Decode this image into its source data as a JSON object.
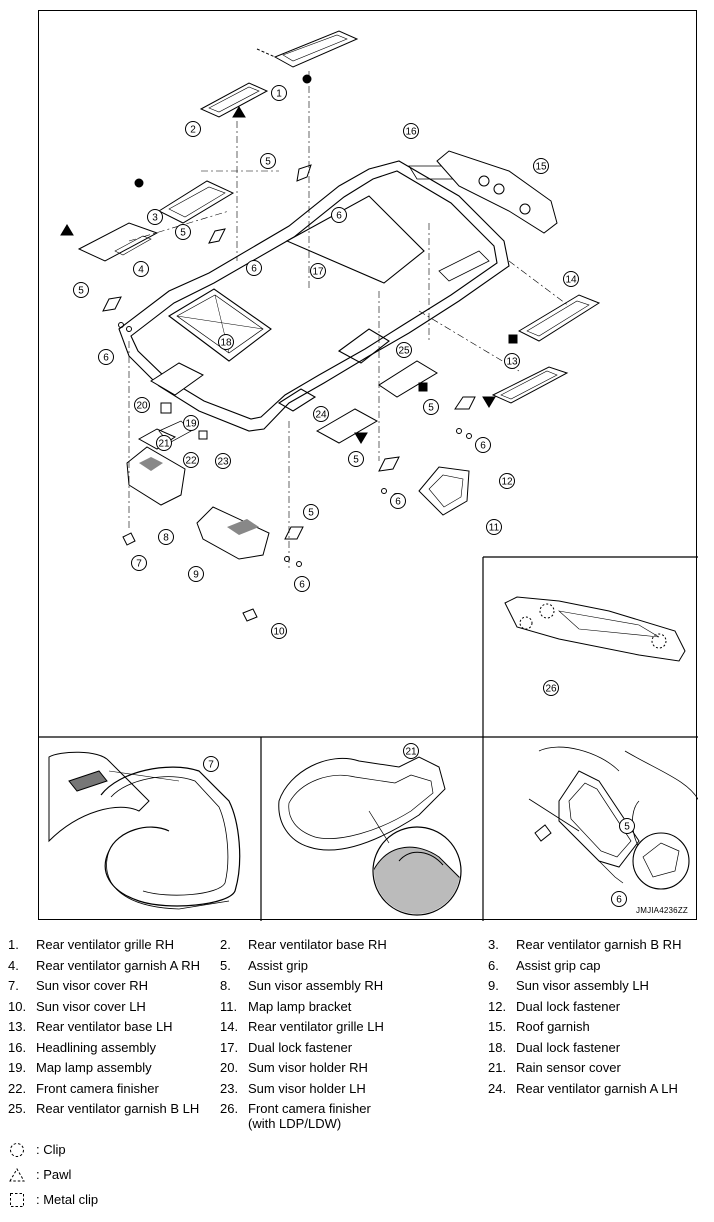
{
  "figure": {
    "code": "JMJIA4236ZZ",
    "callouts": [
      "1",
      "2",
      "3",
      "4",
      "5",
      "6",
      "7",
      "8",
      "9",
      "10",
      "11",
      "12",
      "13",
      "14",
      "15",
      "16",
      "17",
      "18",
      "19",
      "20",
      "21",
      "22",
      "23",
      "24",
      "25",
      "26"
    ]
  },
  "parts": [
    {
      "num": "1.",
      "name": "Rear ventilator grille RH"
    },
    {
      "num": "2.",
      "name": "Rear ventilator base RH"
    },
    {
      "num": "3.",
      "name": "Rear ventilator garnish B RH"
    },
    {
      "num": "4.",
      "name": "Rear ventilator garnish A RH"
    },
    {
      "num": "5.",
      "name": "Assist grip"
    },
    {
      "num": "6.",
      "name": "Assist grip cap"
    },
    {
      "num": "7.",
      "name": "Sun visor cover RH"
    },
    {
      "num": "8.",
      "name": "Sun visor assembly RH"
    },
    {
      "num": "9.",
      "name": "Sun visor assembly LH"
    },
    {
      "num": "10.",
      "name": "Sun visor cover LH"
    },
    {
      "num": "11.",
      "name": "Map lamp bracket"
    },
    {
      "num": "12.",
      "name": "Dual lock fastener"
    },
    {
      "num": "13.",
      "name": "Rear ventilator base LH"
    },
    {
      "num": "14.",
      "name": "Rear ventilator grille LH"
    },
    {
      "num": "15.",
      "name": "Roof garnish"
    },
    {
      "num": "16.",
      "name": "Headlining assembly"
    },
    {
      "num": "17.",
      "name": "Dual lock fastener"
    },
    {
      "num": "18.",
      "name": "Dual lock fastener"
    },
    {
      "num": "19.",
      "name": "Map lamp assembly"
    },
    {
      "num": "20.",
      "name": "Sum visor holder RH"
    },
    {
      "num": "21.",
      "name": "Rain sensor cover"
    },
    {
      "num": "22.",
      "name": "Front camera finisher"
    },
    {
      "num": "23.",
      "name": "Sum visor holder LH"
    },
    {
      "num": "24.",
      "name": "Rear ventilator garnish A LH"
    },
    {
      "num": "25.",
      "name": "Rear ventilator garnish B LH"
    },
    {
      "num": "26.",
      "name": "Front camera finisher"
    },
    {
      "num": "",
      "name": "(with LDP/LDW)"
    }
  ],
  "symbols": [
    {
      "icon": "clip-icon",
      "label": ": Clip"
    },
    {
      "icon": "pawl-icon",
      "label": ": Pawl"
    },
    {
      "icon": "metal-clip-icon",
      "label": ": Metal clip"
    }
  ]
}
